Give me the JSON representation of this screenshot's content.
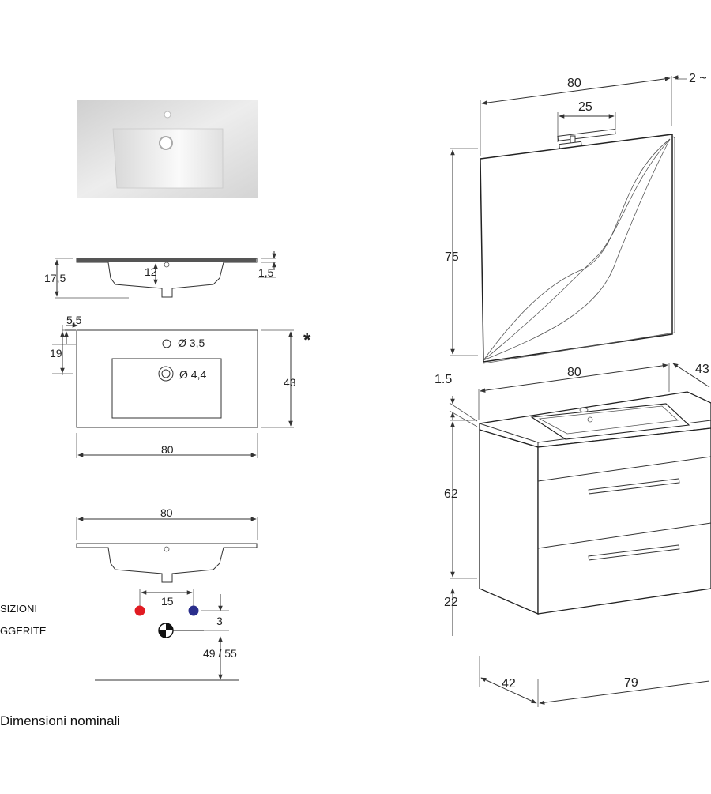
{
  "footer_label": "Dimensioni nominali",
  "legend": {
    "line1": "SIZIONI",
    "line2": "GGERITE"
  },
  "colors": {
    "hot": "#e11b22",
    "cold": "#2a2e8c",
    "line": "#333333",
    "basin_fill": "#dcdcdc"
  },
  "dims": {
    "section_top": {
      "height": "17,5",
      "depth": "12",
      "rim": "1,5"
    },
    "plan": {
      "hole_offset_x": "5,5",
      "hole_offset_y": "19",
      "tap_hole": "Ø 3,5",
      "drain_hole": "Ø 4,4",
      "depth": "43",
      "width": "80",
      "asterisk": "*"
    },
    "section_bottom": {
      "width": "80",
      "tap_spacing": "15",
      "offset": "3",
      "drain_height": "49 / 55"
    },
    "mirror": {
      "width": "80",
      "lamp": "25",
      "height": "75",
      "gap": "2 ~"
    },
    "cabinet": {
      "top_thickness": "1.5",
      "width": "80",
      "depth": "43",
      "height": "62",
      "leg_gap": "22",
      "base_depth": "42",
      "base_width": "79"
    }
  }
}
